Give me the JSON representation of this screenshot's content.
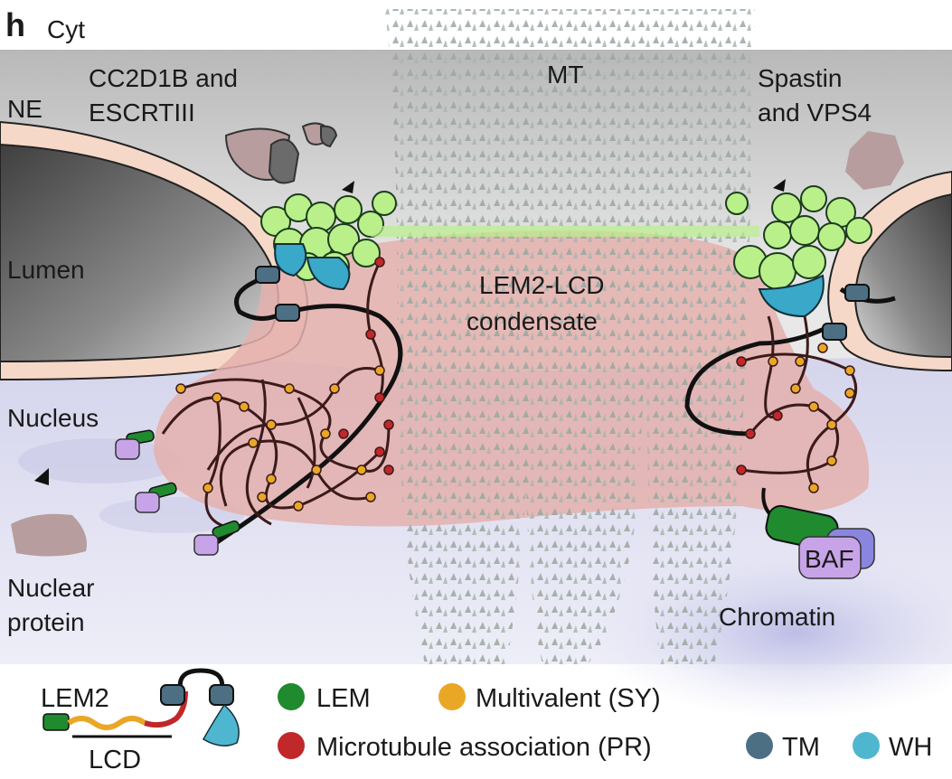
{
  "panel_letter": "h",
  "labels": {
    "cyt": "Cyt",
    "ne": "NE",
    "cc2d1b_line1": "CC2D1B and",
    "cc2d1b_line2": "ESCRTIII",
    "mt": "MT",
    "spastin_line1": "Spastin",
    "spastin_line2": "and VPS4",
    "lumen": "Lumen",
    "lem2_lcd_line1": "LEM2-LCD",
    "lem2_lcd_line2": "condensate",
    "nucleus": "Nucleus",
    "nuclear_protein_line1": "Nuclear",
    "nuclear_protein_line2": "protein",
    "baf": "BAF",
    "chromatin": "Chromatin"
  },
  "legend": {
    "lem2": "LEM2",
    "lcd": "LCD",
    "items": [
      {
        "label": "LEM",
        "color": "#1f8a2e"
      },
      {
        "label": "Multivalent (SY)",
        "color": "#eaa726"
      },
      {
        "label": "Microtubule association (PR)",
        "color": "#c0282a"
      },
      {
        "label": "TM",
        "color": "#4d6f84"
      },
      {
        "label": "WH",
        "color": "#4fb6cf"
      }
    ]
  },
  "colors": {
    "cytoplasm": "#d9d9d9",
    "lumen": "#7a7a7a",
    "membrane": "#f6d8c8",
    "nucleus": "#dcdcf0",
    "condensate": "#e4b0ad",
    "microtubule": "#aeb9b1",
    "escrt": "#b9f08a",
    "tm": "#4d6f84",
    "wh": "#3aa8c8",
    "baf": "#c7a4e8",
    "lem": "#1f8a2e"
  }
}
